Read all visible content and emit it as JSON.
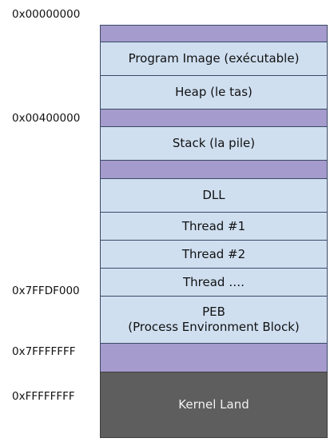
{
  "addresses": {
    "a0": "0x00000000",
    "a1": "0x00400000",
    "a2": "0x7FFDF000",
    "a3": "0x7FFFFFFF",
    "a4": "0xFFFFFFFF"
  },
  "segments": {
    "program_image": "Program Image (exécutable)",
    "heap": "Heap (le tas)",
    "stack": "Stack (la pile)",
    "dll": "DLL",
    "thread1": "Thread #1",
    "thread2": "Thread #2",
    "thread_more": "Thread ….",
    "peb_line1": "PEB",
    "peb_line2": "(Process Environment Block)",
    "kernel": "Kernel Land"
  },
  "colors": {
    "block": "#cfdff0",
    "gap": "#a59bcc",
    "kernel": "#5e5e5e",
    "border": "#3b4a66"
  }
}
